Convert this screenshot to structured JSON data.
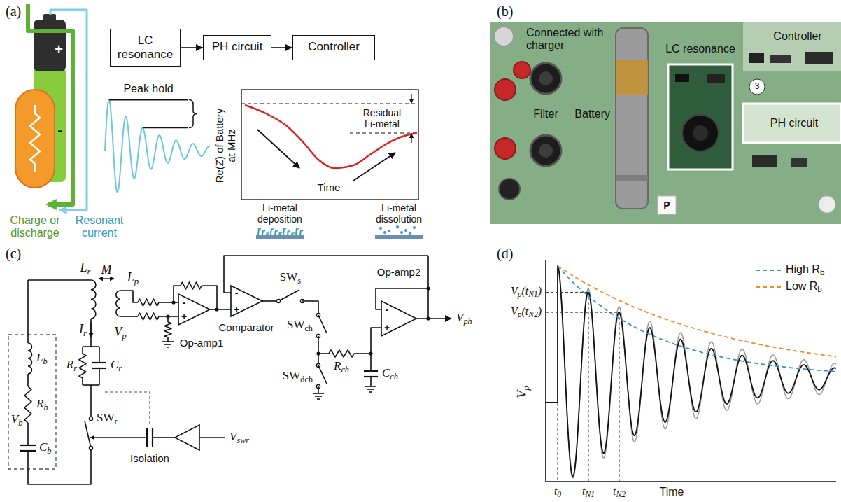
{
  "diagram": {
    "nodes": [
      {
        "text": [
          "LC resonance"
        ]
      },
      {
        "text": [
          "PH circuit"
        ]
      },
      {
        "text": [
          "Controller"
        ]
      }
    ],
    "edges": [
      {
        "from": 0,
        "to": 1,
        "arrow": "to"
      },
      {
        "from": 1,
        "to": 2,
        "arrow": "to"
      }
    ],
    "labels": [
      "(a)",
      "+",
      "-",
      "Charge or discharge",
      "Resonant current",
      "Peak hold",
      "Re(Z) of Battery at MHz",
      "Residual Li-metal",
      "Time",
      "Li-metal deposition",
      "Li-metal dissolution",
      "(b)",
      "Connected with charger",
      "Filter",
      "Battery",
      "LC resonance",
      "Controller",
      "PH circuit",
      "P",
      "3",
      "(c)",
      "Lr",
      "M",
      "Lp",
      "Ir",
      "Vp",
      "Op-amp1",
      "-",
      "+",
      "Comparator",
      "-",
      "+",
      "SWs",
      "Op-amp2",
      "-",
      "+",
      "SWch",
      "Rch",
      "SWdch",
      "Cch",
      "Vph",
      "Lb",
      "Rb",
      "Vb",
      "Cb",
      "Cr",
      "Rr",
      "SWr",
      "Isolation",
      "Vswr",
      "(d)",
      "Vp(tN1)",
      "Vp(tN2)",
      "Vp",
      "t0",
      "tN1",
      "tN2",
      "Time"
    ],
    "legend": [
      {
        "text": "High Rb"
      },
      {
        "text": "Low Rb"
      }
    ]
  }
}
